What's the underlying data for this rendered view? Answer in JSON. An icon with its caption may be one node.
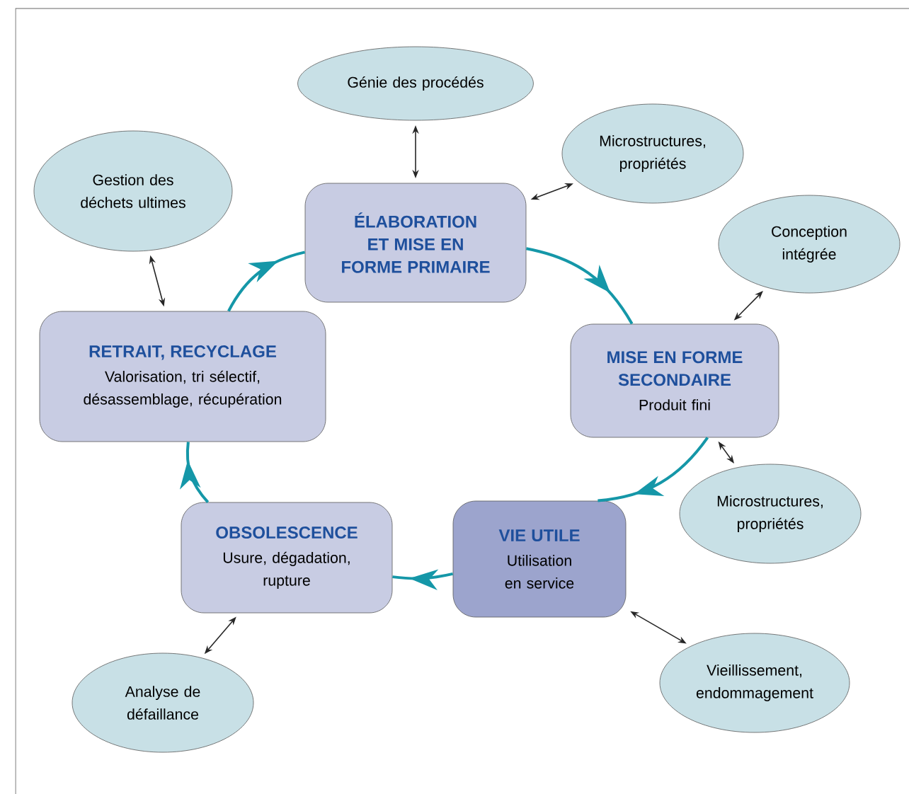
{
  "diagram": {
    "nodes": [
      {
        "text": [
          "ÉLABORATION ET MISE EN FORME PRIMAIRE"
        ]
      },
      {
        "text": [
          "MISE EN FORME SECONDAIRE",
          "Produit fini"
        ]
      },
      {
        "text": [
          "VIE UTILE",
          "Utilisation en service"
        ]
      },
      {
        "text": [
          "OBSOLESCENCE",
          "Usure, dégadation, rupture"
        ]
      },
      {
        "text": [
          "RETRAIT, RECYCLAGE",
          "Valorisation, tri sélectif, désassemblage, récupération"
        ]
      },
      {
        "text": [
          "Génie des procédés"
        ]
      },
      {
        "text": [
          "Microstructures, propriétés"
        ]
      },
      {
        "text": [
          "Conception intégrée"
        ]
      },
      {
        "text": [
          "Microstructures, propriétés"
        ]
      },
      {
        "text": [
          "Vieillissement, endommagement"
        ]
      },
      {
        "text": [
          "Analyse de défaillance"
        ]
      },
      {
        "text": [
          "Gestion des déchets ultimes"
        ]
      }
    ],
    "edges": [
      {
        "from": 0,
        "to": 1,
        "arrow": "to",
        "style": "thick",
        "color": "#1597a8"
      },
      {
        "from": 1,
        "to": 2,
        "arrow": "to",
        "style": "thick",
        "color": "#1597a8"
      },
      {
        "from": 2,
        "to": 3,
        "arrow": "to",
        "style": "thick",
        "color": "#1597a8"
      },
      {
        "from": 3,
        "to": 4,
        "arrow": "to",
        "style": "thick",
        "color": "#1597a8"
      },
      {
        "from": 4,
        "to": 0,
        "arrow": "to",
        "style": "thick",
        "color": "#1597a8"
      },
      {
        "from": 5,
        "to": 0,
        "arrow": "both"
      },
      {
        "from": 6,
        "to": 0,
        "arrow": "both"
      },
      {
        "from": 7,
        "to": 1,
        "arrow": "both"
      },
      {
        "from": 8,
        "to": 1,
        "arrow": "both"
      },
      {
        "from": 9,
        "to": 2,
        "arrow": "both"
      },
      {
        "from": 10,
        "to": 3,
        "arrow": "both"
      },
      {
        "from": 11,
        "to": 4,
        "arrow": "both"
      }
    ]
  }
}
